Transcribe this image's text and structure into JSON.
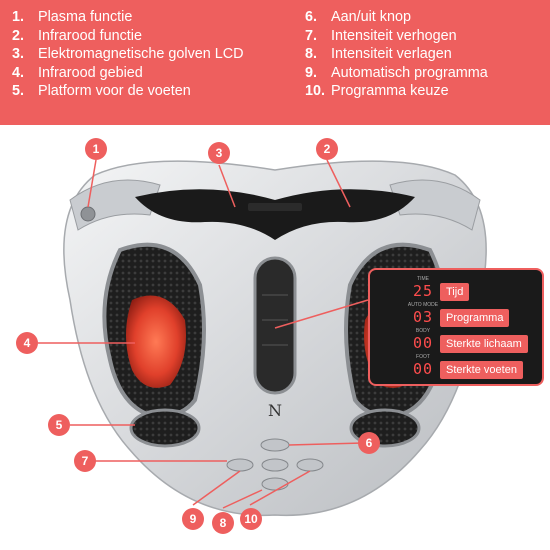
{
  "legend": {
    "left": [
      {
        "num": "1.",
        "label": "Plasma functie"
      },
      {
        "num": "2.",
        "label": "Infrarood functie"
      },
      {
        "num": "3.",
        "label": "Elektromagnetische golven LCD"
      },
      {
        "num": "4.",
        "label": "Infrarood gebied"
      },
      {
        "num": "5.",
        "label": "Platform voor de voeten"
      }
    ],
    "right": [
      {
        "num": "6.",
        "label": "Aan/uit knop"
      },
      {
        "num": "7.",
        "label": "Intensiteit verhogen"
      },
      {
        "num": "8.",
        "label": "Intensiteit verlagen"
      },
      {
        "num": "9.",
        "label": "Automatisch programma"
      },
      {
        "num": "10.",
        "label": "Programma keuze"
      }
    ]
  },
  "callouts": [
    "1",
    "2",
    "3",
    "4",
    "5",
    "6",
    "7",
    "8",
    "9",
    "10"
  ],
  "logo_text": "N",
  "lcd_inset": {
    "rows": [
      {
        "value": "25",
        "label": "Tijd",
        "caption": "TIME"
      },
      {
        "value": "03",
        "label": "Programma",
        "caption": "AUTO MODE"
      },
      {
        "value": "00",
        "label": "Sterkte lichaam",
        "caption": "BODY"
      },
      {
        "value": "00",
        "label": "Sterkte voeten",
        "caption": "FOOT"
      }
    ]
  },
  "colors": {
    "accent": "#ee5f5e",
    "device_silver": "#d9dbde",
    "infrared_red": "#e0402b",
    "pad_black": "#1e1e1e"
  }
}
